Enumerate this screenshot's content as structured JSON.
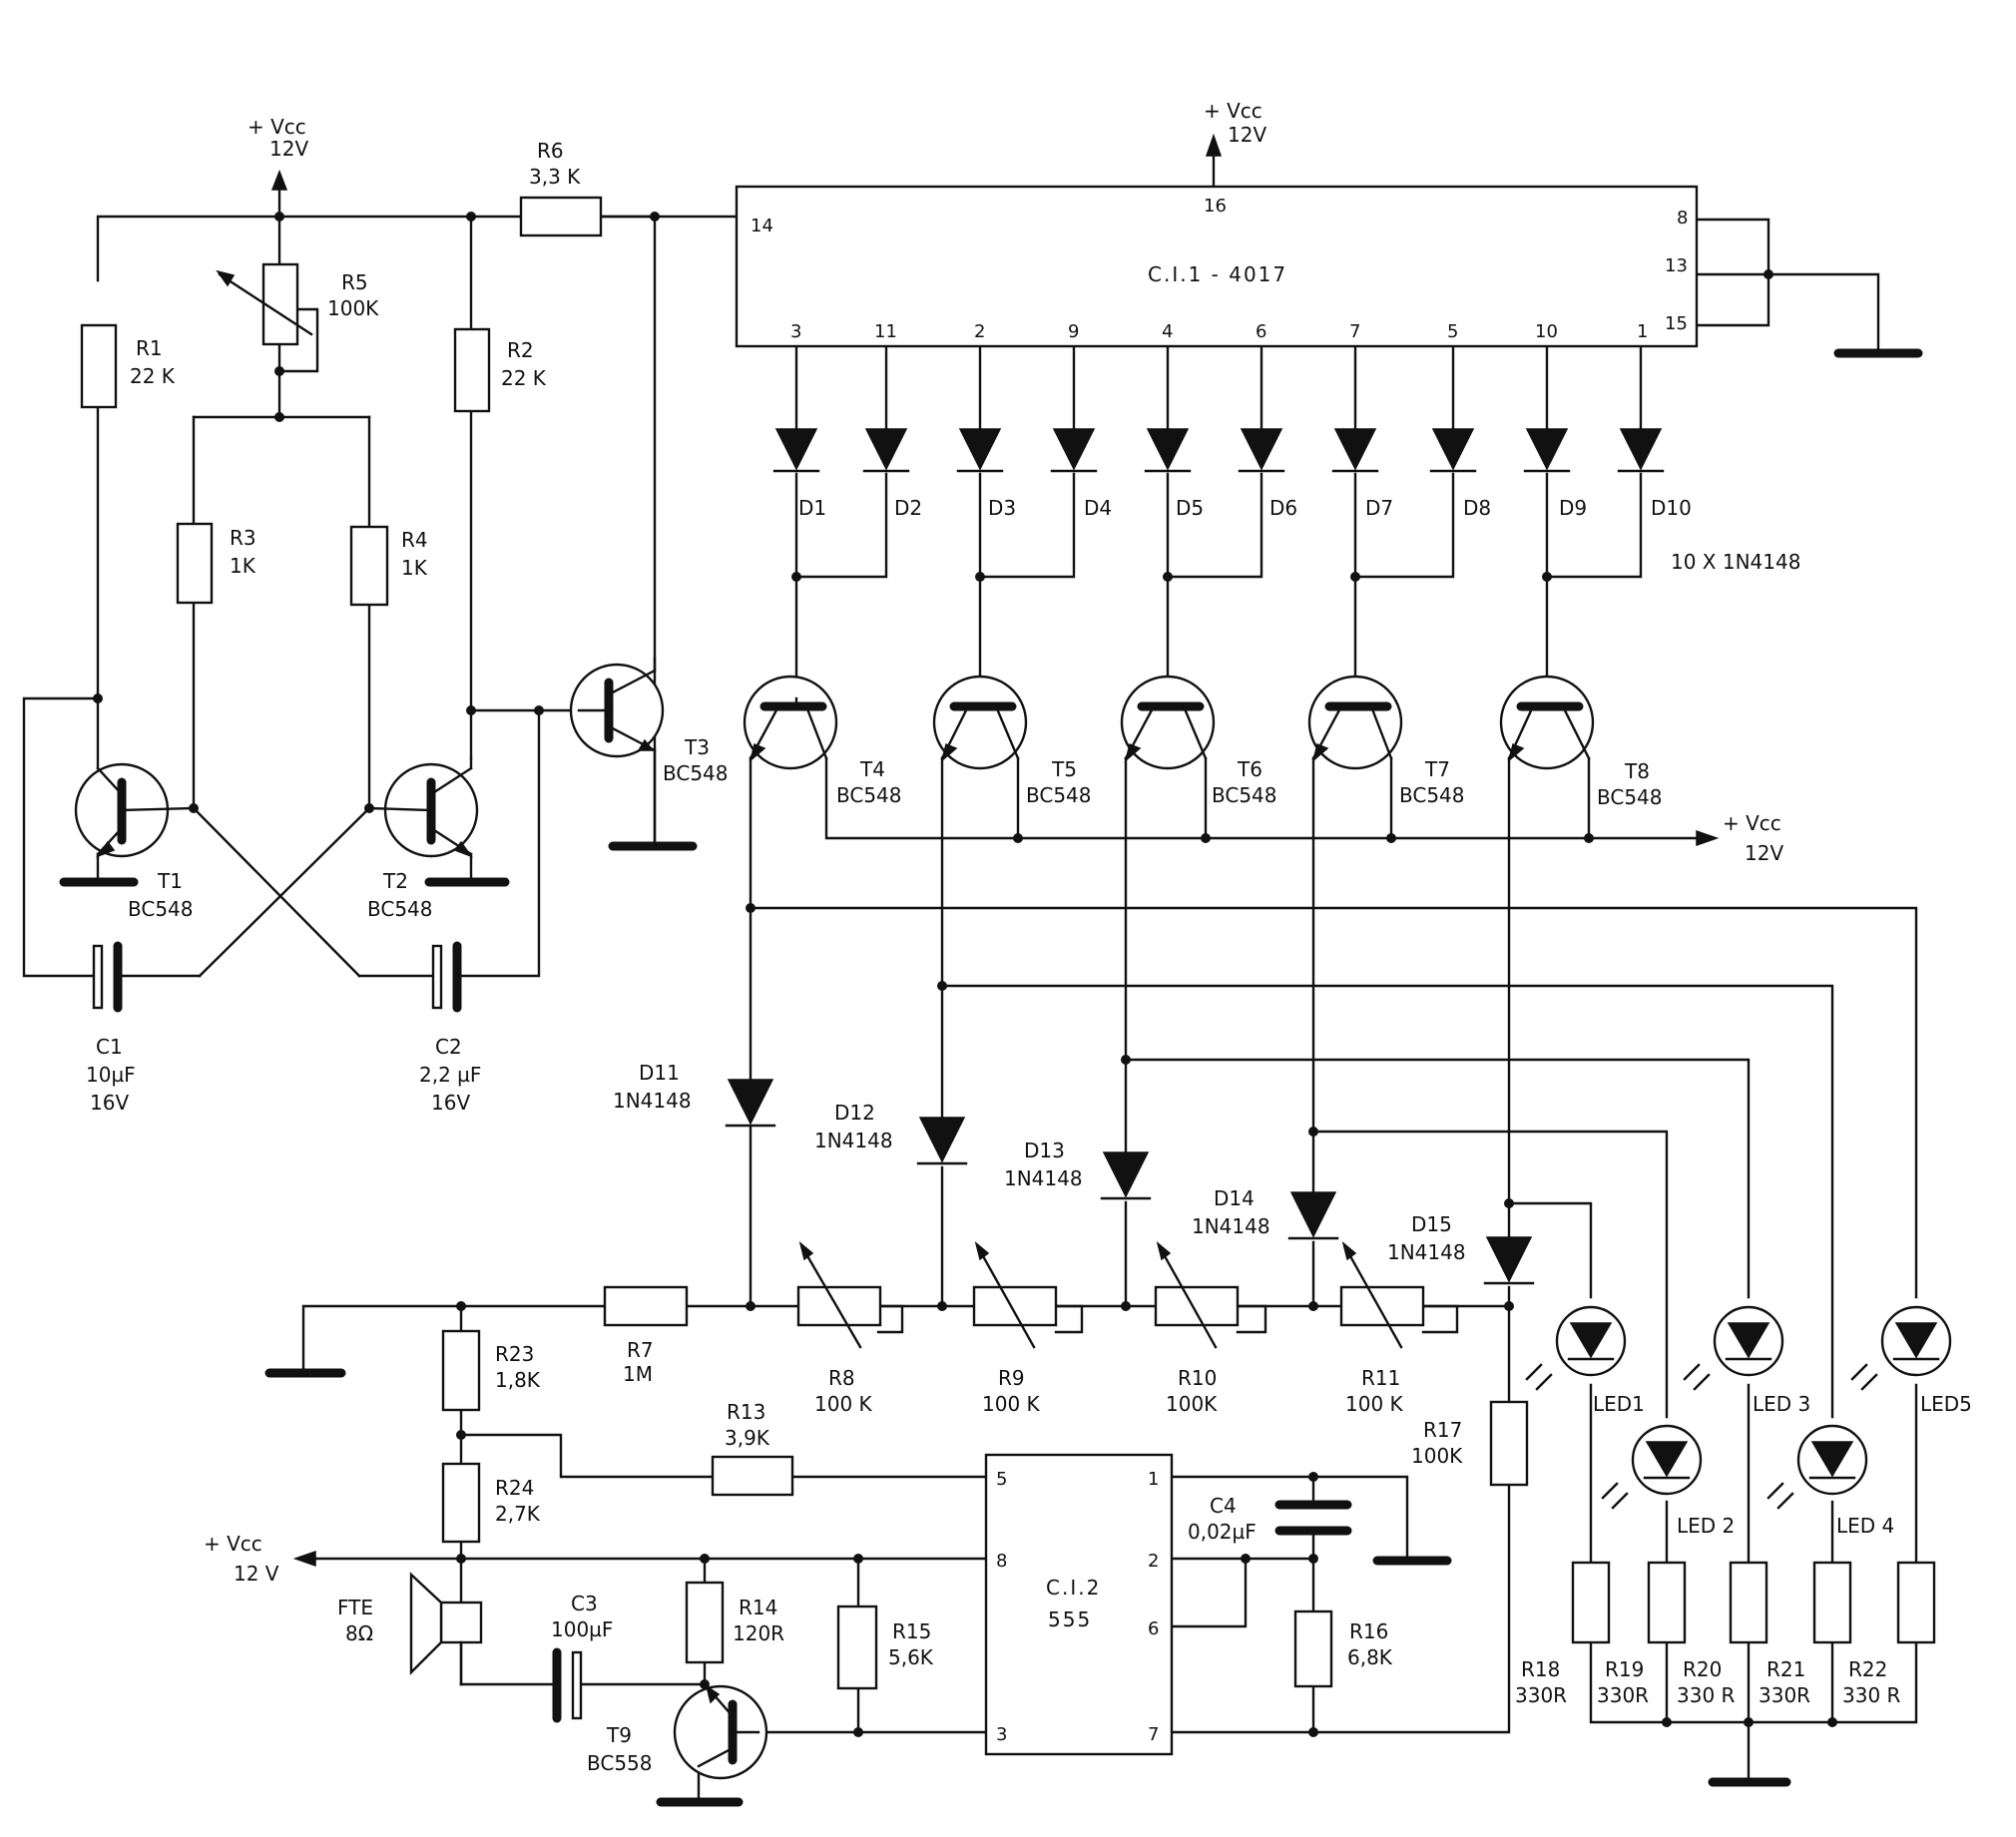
{
  "supply": {
    "vcc": "+ Vcc",
    "volt": "12V",
    "volt_sp": "12 V"
  },
  "ic1": {
    "label": "C.I.1 - 4017",
    "pin_vdd": "16",
    "pin_clk": "14",
    "pin_gnd": "8",
    "pin_en": "13",
    "pin_rst": "15",
    "outputs": [
      "3",
      "11",
      "2",
      "9",
      "4",
      "6",
      "7",
      "5",
      "10",
      "1"
    ]
  },
  "ic2": {
    "line1": "C.I.2",
    "line2": "555",
    "pins": [
      "5",
      "8",
      "6",
      "3",
      "1",
      "2",
      "7"
    ]
  },
  "resistors": {
    "r1": [
      "R1",
      "22 K"
    ],
    "r2": [
      "R2",
      "22 K"
    ],
    "r3": [
      "R3",
      "1K"
    ],
    "r4": [
      "R4",
      "1K"
    ],
    "r5": [
      "R5",
      "100K"
    ],
    "r6": [
      "R6",
      "3,3 K"
    ],
    "r7": [
      "R7",
      "1M"
    ],
    "r8": [
      "R8",
      "100 K"
    ],
    "r9": [
      "R9",
      "100 K"
    ],
    "r10": [
      "R10",
      "100K"
    ],
    "r11": [
      "R11",
      "100 K"
    ],
    "r13": [
      "R13",
      "3,9K"
    ],
    "r14": [
      "R14",
      "120R"
    ],
    "r15": [
      "R15",
      "5,6K"
    ],
    "r16": [
      "R16",
      "6,8K"
    ],
    "r17": [
      "R17",
      "100K"
    ],
    "r23": [
      "R23",
      "1,8K"
    ],
    "r24": [
      "R24",
      "2,7K"
    ],
    "r18": [
      "R18",
      "330R"
    ],
    "r19": [
      "R19",
      "330R"
    ],
    "r20": [
      "R20",
      "330 R"
    ],
    "r21": [
      "R21",
      "330R"
    ],
    "r22": [
      "R22",
      "330 R"
    ]
  },
  "capacitors": {
    "c1": [
      "C1",
      "10µF",
      "16V"
    ],
    "c2": [
      "C2",
      "2,2 µF",
      "16V"
    ],
    "c3": [
      "C3",
      "100µF"
    ],
    "c4": [
      "C4",
      "0,02µF"
    ]
  },
  "transistors": {
    "t1": [
      "T1",
      "BC548"
    ],
    "t2": [
      "T2",
      "BC548"
    ],
    "t3": [
      "T3",
      "BC548"
    ],
    "t4": [
      "T4",
      "BC548"
    ],
    "t5": [
      "T5",
      "BC548"
    ],
    "t6": [
      "T6",
      "BC548"
    ],
    "t7": [
      "T7",
      "BC548"
    ],
    "t8": [
      "T8",
      "BC548"
    ],
    "t9": [
      "T9",
      "BC558"
    ]
  },
  "diodes": {
    "small": [
      "D1",
      "D2",
      "D3",
      "D4",
      "D5",
      "D6",
      "D7",
      "D8",
      "D9",
      "D10"
    ],
    "note": "10 X 1N4148",
    "d11": [
      "D11",
      "1N4148"
    ],
    "d12": [
      "D12",
      "1N4148"
    ],
    "d13": [
      "D13",
      "1N4148"
    ],
    "d14": [
      "D14",
      "1N4148"
    ],
    "d15": [
      "D15",
      "1N4148"
    ]
  },
  "leds": [
    "LED1",
    "LED 2",
    "LED 3",
    "LED 4",
    "LED5"
  ],
  "speaker": [
    "FTE",
    "8Ω"
  ]
}
